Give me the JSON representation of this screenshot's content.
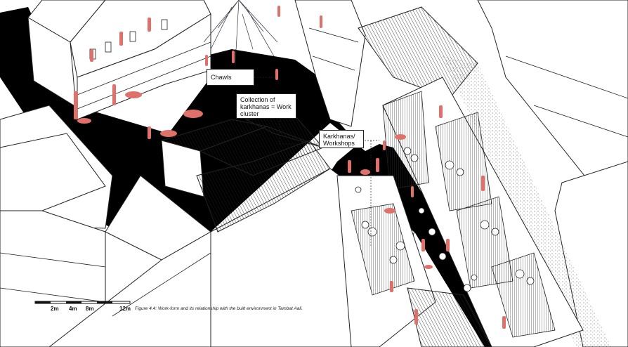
{
  "labels": {
    "chawls": "Chawls",
    "karkhanas_cluster": "Collection of karkhanas = Work cluster",
    "workshops": "Karkhanas/ Workshops"
  },
  "scale_bar": {
    "ticks": [
      "2m",
      "4m",
      "8m",
      "12m"
    ]
  },
  "caption": "Figure 4.4: Work-form and its relationship with the built environment in Tambat Aali.",
  "colors": {
    "street": "#000000",
    "figures": "#e0706a",
    "lines": "#222222",
    "background": "#ffffff"
  }
}
